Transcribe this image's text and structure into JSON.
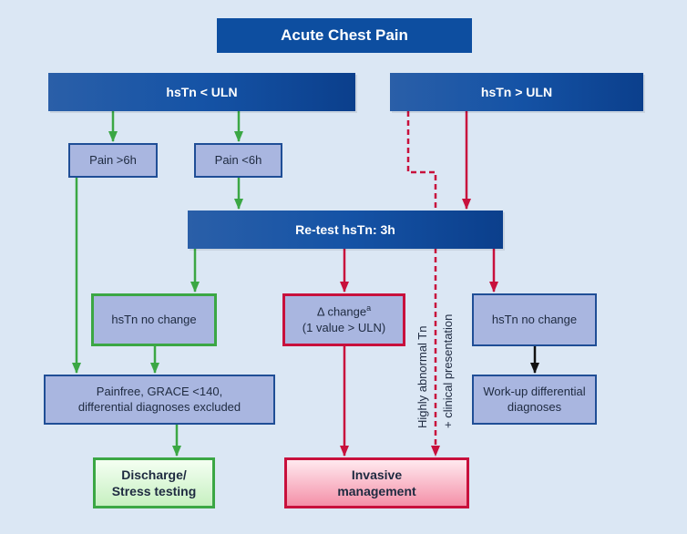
{
  "title": "Acute Chest Pain",
  "nodes": {
    "hstn_low": "hsTn < ULN",
    "hstn_high": "hsTn > ULN",
    "pain_gt6": "Pain >6h",
    "pain_lt6": "Pain <6h",
    "retest": "Re-test hsTn: 3h",
    "nochange_left": "hsTn no change",
    "delta_change_line1": "Δ change",
    "delta_change_superscript": "a",
    "delta_change_line2": "(1 value > ULN)",
    "nochange_right": "hsTn no change",
    "painfree_line1": "Painfree, GRACE <140,",
    "painfree_line2": "differential diagnoses excluded",
    "workup_line1": "Work-up differential",
    "workup_line2": "diagnoses",
    "discharge_line1": "Discharge/",
    "discharge_line2": "Stress testing",
    "invasive_line1": "Invasive",
    "invasive_line2": "management"
  },
  "side_labels": {
    "highly_abnormal": "Highly abnormal Tn",
    "clinical": "+ clinical presentation"
  },
  "colors": {
    "background": "#dbe7f4",
    "title_blue": "#0d4ea0",
    "light_box": "#a9b6e0",
    "green": "#3ba744",
    "red": "#c8103c",
    "black": "#000000"
  }
}
